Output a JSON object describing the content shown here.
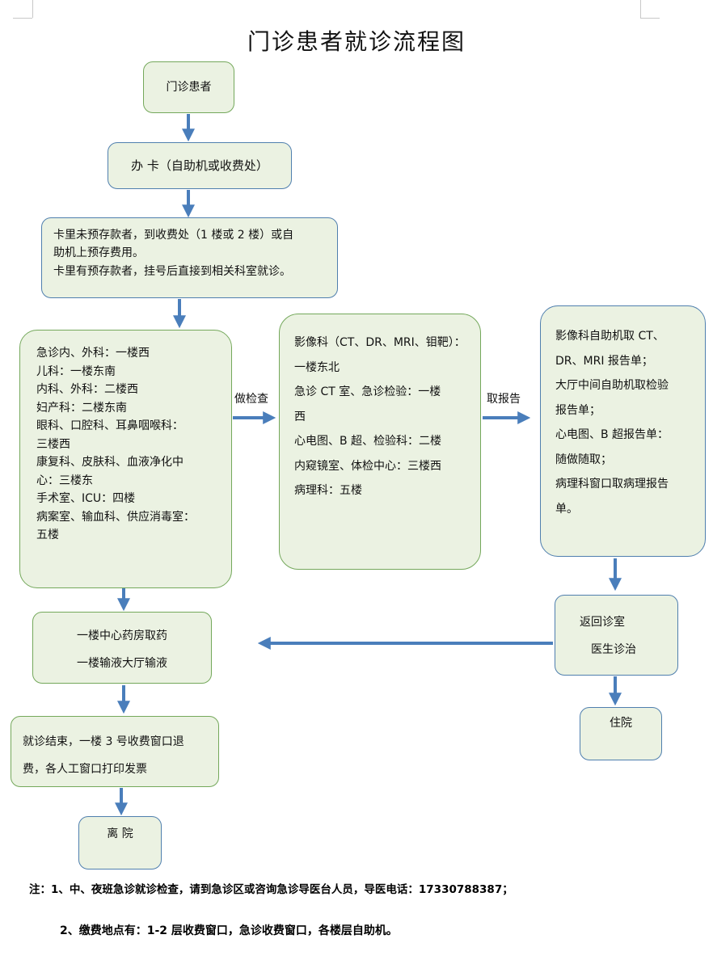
{
  "title": "门诊患者就诊流程图",
  "colors": {
    "box_fill": "#ebf2e2",
    "box_border": "#74a85b",
    "box_border_blue": "#4f7fae",
    "arrow": "#4a7ebb"
  },
  "nodes": {
    "patient": "门诊患者",
    "card": "办 卡（自助机或收费处）",
    "prepay": [
      "卡里未预存款者，到收费处（1 楼或 2 楼）或自",
      "助机上预存费用。",
      "卡里有预存款者，挂号后直接到相关科室就诊。"
    ],
    "departments": [
      "急诊内、外科：一楼西",
      "儿科：一楼东南",
      "内科、外科：二楼西",
      "妇产科：二楼东南",
      "眼科、口腔科、耳鼻咽喉科：",
      "三楼西",
      "康复科、皮肤科、血液净化中",
      "心：三楼东",
      "手术室、ICU：四楼",
      "病案室、输血科、供应消毒室：",
      "五楼"
    ],
    "exams": [
      "影像科（CT、DR、MRI、钼靶）：",
      "一楼东北",
      "急诊 CT 室、急诊检验：一楼",
      "西",
      "心电图、B 超、检验科：二楼",
      "内窥镜室、体检中心：三楼西",
      "病理科：五楼"
    ],
    "reports": [
      "影像科自助机取 CT、",
      "DR、MRI 报告单；",
      "大厅中间自助机取检验",
      "报告单；",
      "心电图、B 超报告单：",
      "随做随取；",
      "病理科窗口取病理报告",
      "单。"
    ],
    "return": [
      "返回诊室",
      "医生诊治"
    ],
    "pharmacy": [
      "一楼中心药房取药",
      "一楼输液大厅输液"
    ],
    "hospitalize": "住院",
    "finish": [
      "就诊结束，一楼 3 号收费窗口退",
      "费，各人工窗口打印发票"
    ],
    "leave": "离 院"
  },
  "edge_labels": {
    "exam": "做检查",
    "report": "取报告"
  },
  "notes": [
    "注：1、中、夜班急诊就诊检查，请到急诊区或咨询急诊导医台人员，导医电话：17330788387；",
    "2、缴费地点有：1-2 层收费窗口，急诊收费窗口，各楼层自助机。"
  ]
}
